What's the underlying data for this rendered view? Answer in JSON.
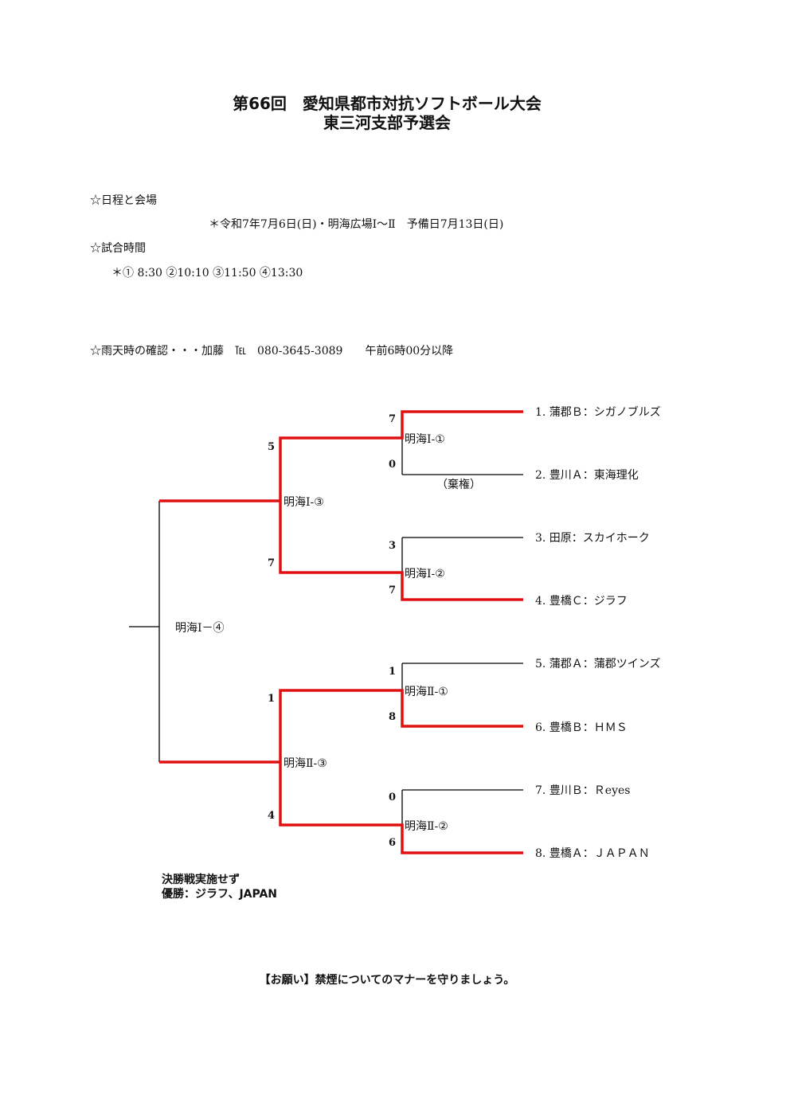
{
  "header": {
    "title_line1": "第66回　愛知県都市対抗ソフトボール大会",
    "title_line2": "東三河支部予選会"
  },
  "info": {
    "schedule_heading": "☆日程と会場",
    "schedule_detail": "＊令和7年7月6日(日)・明海広場Ⅰ～Ⅱ　予備日7月13日(日)",
    "time_heading": "☆試合時間",
    "time_detail": "＊①  8:30 ②10:10 ③11:50 ④13:30",
    "rain_contact": "☆雨天時の確認・・・加藤　℡　080-3645-3089　　午前6時00分以降"
  },
  "bracket": {
    "teams": [
      "1. 蒲郡Ｂ：シガノブルズ",
      "2. 豊川Ａ：東海理化",
      "3. 田原：スカイホーク",
      "4. 豊橋Ｃ：ジラフ",
      "5. 蒲郡Ａ：蒲郡ツインズ",
      "6. 豊橋Ｂ：ＨＭＳ",
      "7. 豊川Ｂ：Ｒeyes",
      "8. 豊橋Ａ：ＪＡＰＡＮ"
    ],
    "round1": [
      {
        "label": "明海Ⅰ-①",
        "score_top": "7",
        "score_bottom": "0",
        "note": "（棄権）"
      },
      {
        "label": "明海Ⅰ-②",
        "score_top": "3",
        "score_bottom": "7"
      },
      {
        "label": "明海Ⅱ-①",
        "score_top": "1",
        "score_bottom": "8"
      },
      {
        "label": "明海Ⅱ-②",
        "score_top": "0",
        "score_bottom": "6"
      }
    ],
    "round2": [
      {
        "label": "明海Ⅰ-③",
        "score_top": "5",
        "score_bottom": "7"
      },
      {
        "label": "明海Ⅱ-③",
        "score_top": "1",
        "score_bottom": "4"
      }
    ],
    "final": {
      "label": "明海Ⅰ－④"
    },
    "result_line1": "決勝戦実施せず",
    "result_line2": "優勝：ジラフ、JAPAN",
    "winner_color": "#e01010"
  },
  "footer": {
    "request": "【お願い】禁煙についてのマナーを守りましょう。"
  }
}
